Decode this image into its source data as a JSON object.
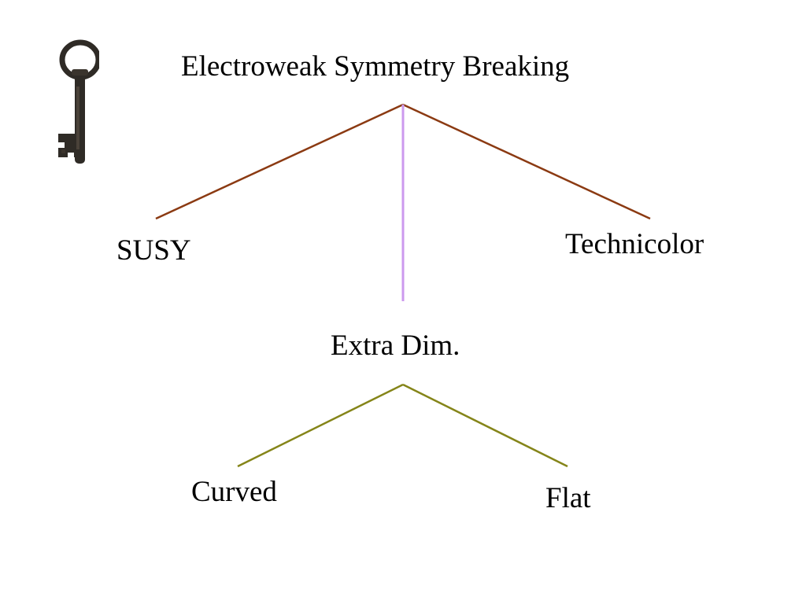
{
  "slide": {
    "root": "Electroweak Symmetry Breaking",
    "branches": {
      "susy": "SUSY",
      "technicolor": "Technicolor",
      "extra_dim": "Extra Dim."
    },
    "sub_branches": {
      "curved": "Curved",
      "flat": "Flat"
    }
  },
  "icons": {
    "key": "antique-key-icon"
  },
  "colors": {
    "outer_branches": "#8b3a12",
    "center_branch": "#cc99ee",
    "sub_branches": "#858519",
    "key": "#2f2b26",
    "text": "#000000"
  }
}
